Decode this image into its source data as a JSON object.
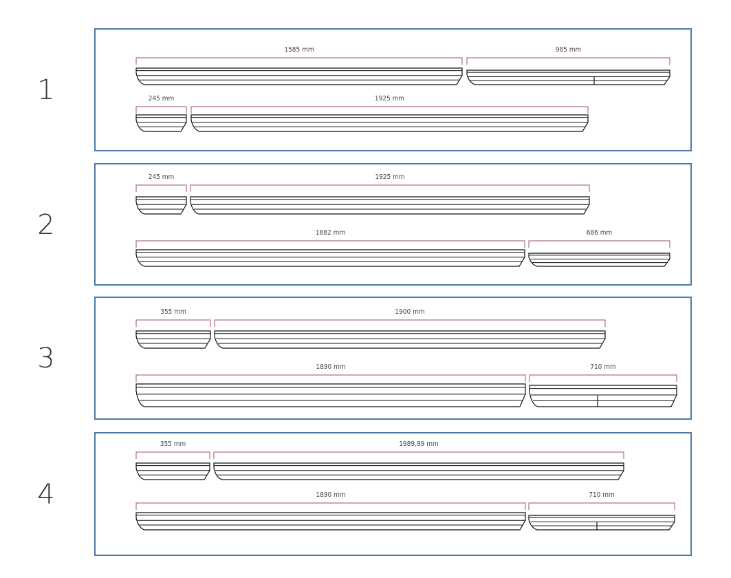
{
  "options": [
    {
      "number": "1",
      "rows": [
        [
          "1585 mm",
          "985 mm"
        ],
        [
          "245 mm",
          "1925 mm"
        ]
      ]
    },
    {
      "number": "2",
      "rows": [
        [
          "245 mm",
          "1925 mm"
        ],
        [
          "1882 mm",
          "686 mm"
        ]
      ]
    },
    {
      "number": "3",
      "rows": [
        [
          "355 mm",
          "1900 mm"
        ],
        [
          "1890 mm",
          "710 mm"
        ]
      ]
    },
    {
      "number": "4",
      "rows": [
        [
          "355 mm",
          "1989,89 mm"
        ],
        [
          "1890 mm",
          "710 mm"
        ]
      ]
    }
  ],
  "colors": {
    "frame": "#4b7aa6",
    "dimension": "#9b4d78",
    "outline": "#111111"
  }
}
